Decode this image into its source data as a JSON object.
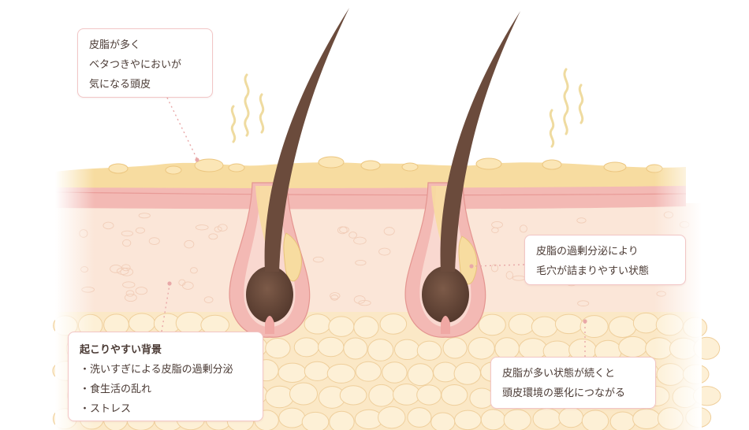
{
  "callouts": {
    "sebum_scalp": {
      "lines": [
        "皮脂が多く",
        "ベタつきやにおいが",
        "気になる頭皮"
      ]
    },
    "clogged_pores": {
      "lines": [
        "皮脂の過剰分泌により",
        "毛穴が詰まりやすい状態"
      ]
    },
    "causes": {
      "title": "起こりやすい背景",
      "items": [
        "・洗いすぎによる皮脂の過剰分泌",
        "・食生活の乱れ",
        "・ストレス"
      ]
    },
    "worsening": {
      "lines": [
        "皮脂が多い状態が続くと",
        "頭皮環境の悪化につながる"
      ]
    }
  },
  "colors": {
    "sebum": "#f7dca0",
    "epidermis": "#f3b9b4",
    "dermis": "#fbe6d8",
    "fat": "#fbe8c6",
    "hair": "#6b4b3c",
    "callout_border": "#f2c6c6",
    "leader": "#e8a8a8",
    "odor": "#efdba0"
  }
}
